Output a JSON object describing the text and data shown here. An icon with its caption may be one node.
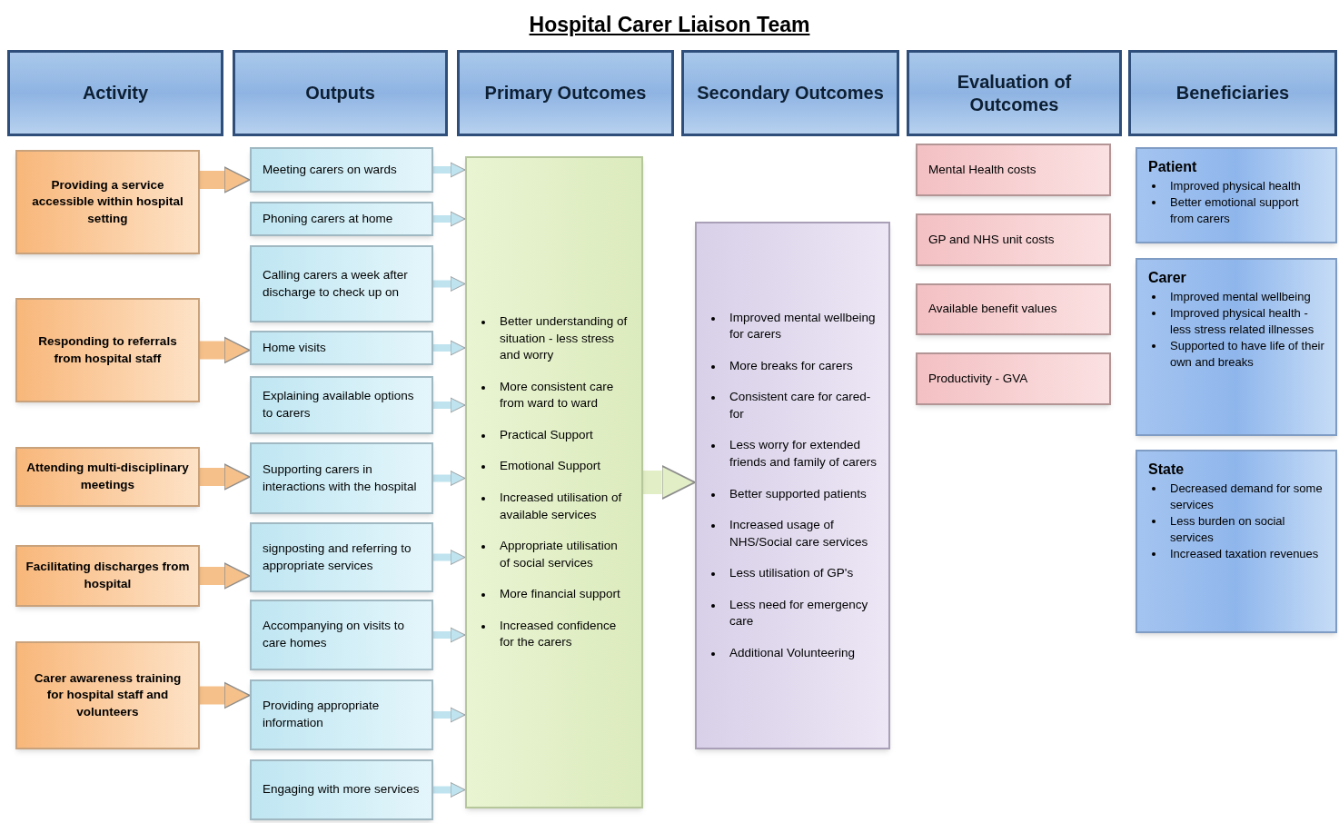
{
  "diagram": {
    "title": "Hospital Carer Liaison Team",
    "nodes": [
      {
        "text": [
          "Activity"
        ]
      },
      {
        "text": [
          "Outputs"
        ]
      },
      {
        "text": [
          "Primary Outcomes"
        ]
      },
      {
        "text": [
          "Secondary Outcomes"
        ]
      },
      {
        "text": [
          "Evaluation of Outcomes"
        ]
      },
      {
        "text": [
          "Beneficiaries"
        ]
      },
      {
        "text": [
          "Providing a service accessible within hospital setting"
        ]
      },
      {
        "text": [
          "Responding to referrals from hospital staff"
        ]
      },
      {
        "text": [
          "Attending multi-disciplinary meetings"
        ]
      },
      {
        "text": [
          "Facilitating discharges from hospital"
        ]
      },
      {
        "text": [
          "Carer awareness training for hospital staff and volunteers"
        ]
      },
      {
        "text": [
          "Meeting carers on wards"
        ]
      },
      {
        "text": [
          "Phoning carers at home"
        ]
      },
      {
        "text": [
          "Calling carers a week after discharge to check up on"
        ]
      },
      {
        "text": [
          "Home visits"
        ]
      },
      {
        "text": [
          "Explaining available options to carers"
        ]
      },
      {
        "text": [
          "Supporting carers in interactions with the hospital"
        ]
      },
      {
        "text": [
          "signposting and referring to appropriate services"
        ]
      },
      {
        "text": [
          "Accompanying on visits to care homes"
        ]
      },
      {
        "text": [
          "Providing appropriate information"
        ]
      },
      {
        "text": [
          "Engaging with more services"
        ]
      },
      {
        "text": [
          "Better understanding of situation - less stress and worry",
          "More consistent care from ward to ward",
          "Practical Support",
          "Emotional Support",
          "Increased utilisation of available services",
          "Appropriate utilisation of social services",
          "More financial support",
          "Increased confidence for the carers"
        ]
      },
      {
        "text": [
          "Improved mental wellbeing for carers",
          "More breaks for carers",
          "Consistent care for cared-for",
          "Less worry for extended friends and family of carers",
          "Better supported patients",
          "Increased usage of NHS/Social care services",
          "Less utilisation of GP's",
          "Less need for emergency care",
          "Additional Volunteering"
        ]
      },
      {
        "text": [
          "Mental Health costs"
        ]
      },
      {
        "text": [
          "GP and NHS unit costs"
        ]
      },
      {
        "text": [
          "Available benefit values"
        ]
      },
      {
        "text": [
          "Productivity - GVA"
        ]
      },
      {
        "text": [
          "Patient",
          "Improved physical health",
          "Better emotional support from carers"
        ]
      },
      {
        "text": [
          "Carer",
          "Improved mental wellbeing",
          "Improved physical health - less stress related illnesses",
          "Supported to have life of their own and breaks"
        ]
      },
      {
        "text": [
          "State",
          "Decreased demand for some services",
          "Less burden on social services",
          "Increased taxation revenues"
        ]
      }
    ],
    "edges": [
      {
        "from": 6,
        "to": 11,
        "arrow": "to",
        "style": "thick",
        "color": "#f5c08a"
      },
      {
        "from": 7,
        "to": 14,
        "arrow": "to",
        "style": "thick",
        "color": "#f5c08a"
      },
      {
        "from": 8,
        "to": 16,
        "arrow": "to",
        "style": "thick",
        "color": "#f5c08a"
      },
      {
        "from": 9,
        "to": 17,
        "arrow": "to",
        "style": "thick",
        "color": "#f5c08a"
      },
      {
        "from": 10,
        "to": 19,
        "arrow": "to",
        "style": "thick",
        "color": "#f5c08a"
      },
      {
        "from": 11,
        "to": 21,
        "arrow": "to"
      },
      {
        "from": 12,
        "to": 21,
        "arrow": "to"
      },
      {
        "from": 13,
        "to": 21,
        "arrow": "to"
      },
      {
        "from": 14,
        "to": 21,
        "arrow": "to"
      },
      {
        "from": 15,
        "to": 21,
        "arrow": "to"
      },
      {
        "from": 16,
        "to": 21,
        "arrow": "to"
      },
      {
        "from": 17,
        "to": 21,
        "arrow": "to"
      },
      {
        "from": 18,
        "to": 21,
        "arrow": "to"
      },
      {
        "from": 19,
        "to": 21,
        "arrow": "to"
      },
      {
        "from": 20,
        "to": 21,
        "arrow": "to"
      },
      {
        "from": 21,
        "to": 22,
        "arrow": "to",
        "style": "thick",
        "color": "#e2efc6"
      }
    ]
  }
}
